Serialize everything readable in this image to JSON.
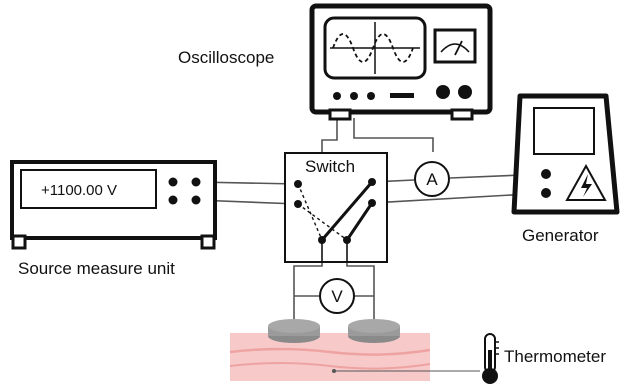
{
  "labels": {
    "oscilloscope": "Oscilloscope",
    "switch": "Switch",
    "generator": "Generator",
    "source_measure_unit": "Source measure unit",
    "thermometer": "Thermometer",
    "ammeter": "A",
    "voltmeter": "V"
  },
  "smu_display": "+1100.00 V",
  "icons": {
    "oscilloscope": "oscilloscope-icon",
    "generator": "generator-icon",
    "high_voltage": "high-voltage-icon",
    "thermometer": "thermometer-icon",
    "electrodes": "electrode-icon",
    "sample": "tissue-sample"
  },
  "colors": {
    "sample_fill": "#f7c9c9",
    "sample_stripe": "#eea3a3",
    "electrode": "#8a8a8a",
    "outline": "#111111",
    "wire": "#555555"
  }
}
